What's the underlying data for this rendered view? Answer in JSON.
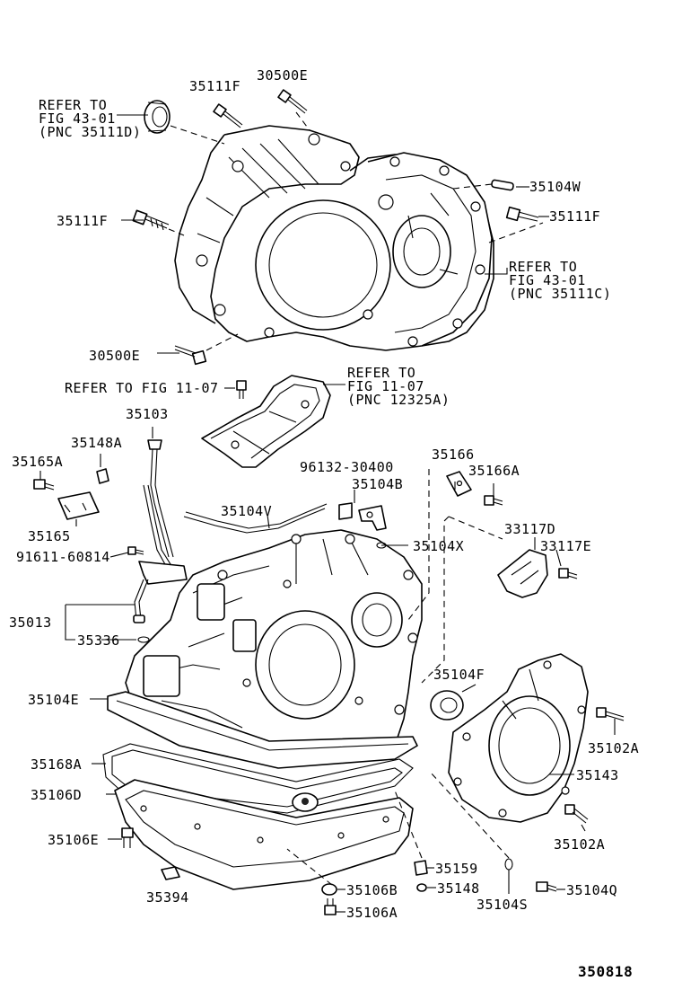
{
  "figure_code": "350818",
  "labels": {
    "p35111F_top": "35111F",
    "p30500E_top": "30500E",
    "refer43_1": "REFER TO",
    "refer43_2": "FIG 43-01",
    "refer43_3": "(PNC 35111D)",
    "p35104W": "35104W",
    "p35111F_left": "35111F",
    "p35111F_right": "35111F",
    "refer43b_1": "REFER TO",
    "refer43b_2": "FIG 43-01",
    "refer43b_3": "(PNC 35111C)",
    "p30500E_low": "30500E",
    "refer11_line": "REFER TO FIG 11-07",
    "refer11b_1": "REFER TO",
    "refer11b_2": "FIG 11-07",
    "refer11b_3": "(PNC 12325A)",
    "p35103": "35103",
    "p35148A": "35148A",
    "p35165A": "35165A",
    "p35165": "35165",
    "p96132": "96132-30400",
    "p35104B": "35104B",
    "p35166": "35166",
    "p35166A": "35166A",
    "p35104V": "35104V",
    "p33117D": "33117D",
    "p33117E": "33117E",
    "p91611": "91611-60814",
    "p35104X": "35104X",
    "p35013": "35013",
    "p35336": "35336",
    "p35104F": "35104F",
    "p35104E": "35104E",
    "p35102A_top": "35102A",
    "p35168A": "35168A",
    "p35143": "35143",
    "p35106D": "35106D",
    "p35102A_bot": "35102A",
    "p35106E": "35106E",
    "p35159": "35159",
    "p35394": "35394",
    "p35106B": "35106B",
    "p35148": "35148",
    "p35104Q": "35104Q",
    "p35106A": "35106A",
    "p35104S": "35104S"
  }
}
